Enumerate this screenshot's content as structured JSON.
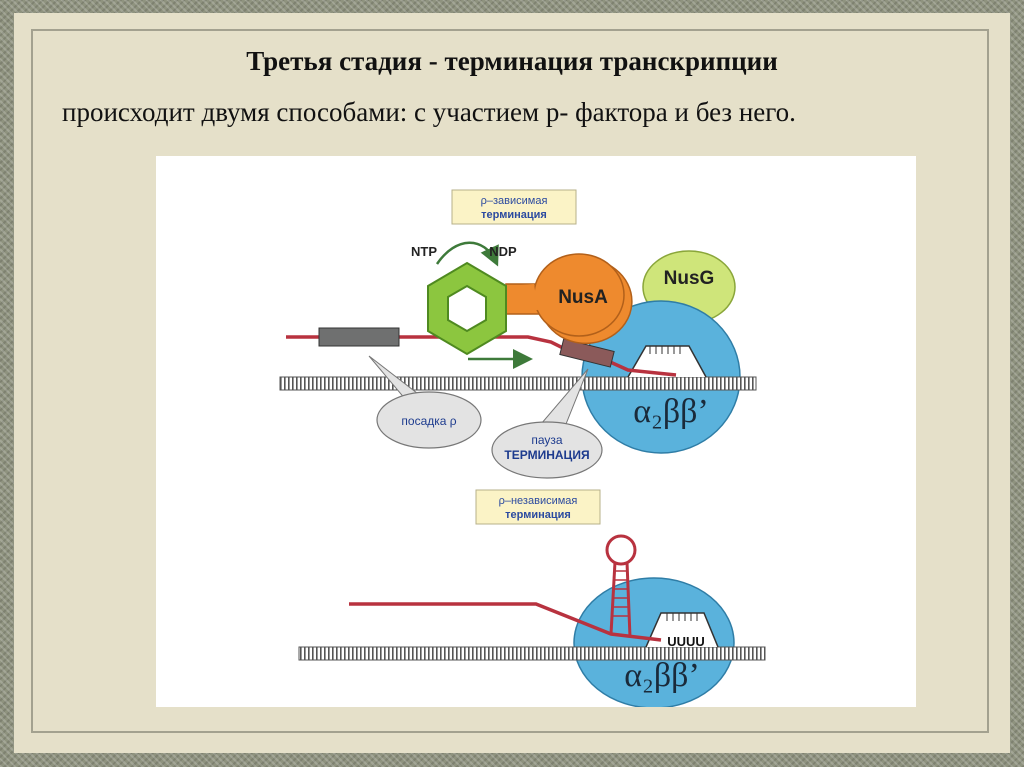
{
  "slide": {
    "title": "Третья стадия - терминация транскрипции",
    "subtitle": "происходит двумя способами: с участием р- фактора и без него."
  },
  "figure": {
    "rho_dependent": {
      "label_line1": "ρ–зависимая",
      "label_line2": "терминация",
      "ntp": "NTP",
      "ndp": "NDP",
      "nusa": "NusA",
      "nusg": "NusG",
      "landing_label": "посадка ρ",
      "pause_line1": "пауза",
      "pause_line2": "ТЕРМИНАЦИЯ",
      "polymerase": "α₂ββ’"
    },
    "rho_independent": {
      "label_line1": "ρ–независимая",
      "label_line2": "терминация",
      "uuuu": "UUUU",
      "polymerase": "α₂ββ’"
    }
  },
  "colors": {
    "slide_bg": "#e5e0c9",
    "polymerase": "#5ab2dc",
    "nusa": "#ee8a2e",
    "nusg": "#cfe57a",
    "rho_hexagon": "#8cc63f",
    "rna": "#b8323f",
    "label_box": "#fbf3c6",
    "callout": "#e3e3e3"
  }
}
